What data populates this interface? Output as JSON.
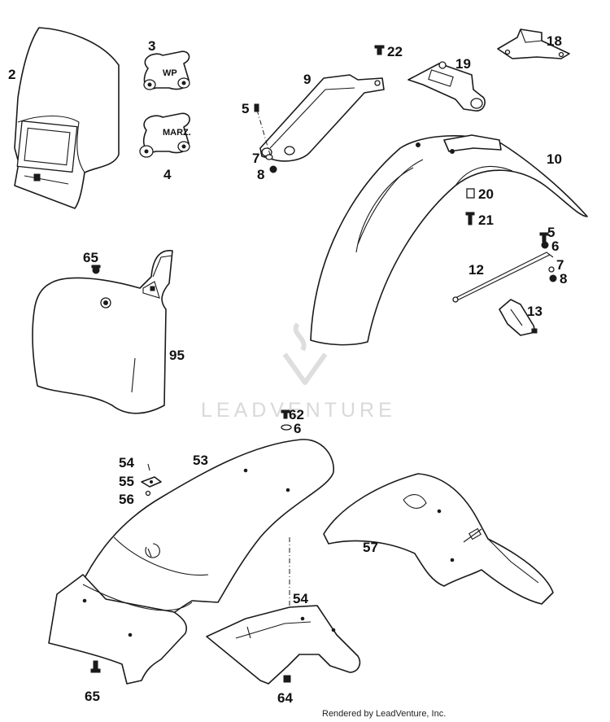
{
  "callouts": {
    "c2": "2",
    "c3": "3",
    "c4": "4",
    "c5a": "5",
    "c5b": "5",
    "c6a": "6",
    "c6b": "6",
    "c7a": "7",
    "c7b": "7",
    "c8a": "8",
    "c8b": "8",
    "c9": "9",
    "c10": "10",
    "c12": "12",
    "c13": "13",
    "c18": "18",
    "c19": "19",
    "c20": "20",
    "c21": "21",
    "c22": "22",
    "c53": "53",
    "c54a": "54",
    "c54b": "54",
    "c55": "55",
    "c56": "56",
    "c57": "57",
    "c62": "62",
    "c64": "64",
    "c65a": "65",
    "c65b": "65",
    "c95": "95"
  },
  "variants": {
    "wp": "WP",
    "marz": "MARZ."
  },
  "watermark": {
    "text": "LEADVENTURE"
  },
  "footer": {
    "text": "Rendered by LeadVenture, Inc."
  }
}
